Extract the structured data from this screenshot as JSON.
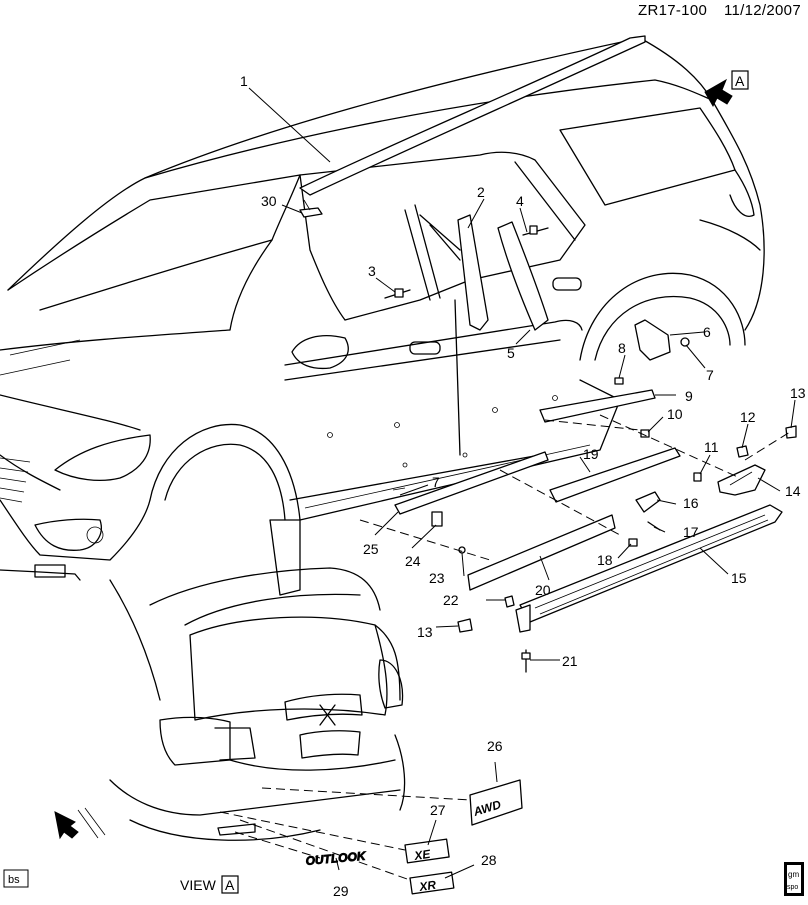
{
  "header": {
    "drawing_id": "ZR17-100",
    "date": "11/12/2007"
  },
  "view_marker": {
    "letter": "A"
  },
  "view_label": {
    "text": "VIEW",
    "letter": "A"
  },
  "corner_tags": {
    "left": "bs",
    "right_top": "gm",
    "right_bottom": "spo"
  },
  "emblems": {
    "outlook": "OUTLOOK",
    "awd": "AWD",
    "xe": "XE",
    "xr": "XR"
  },
  "callouts": [
    "1",
    "2",
    "3",
    "4",
    "5",
    "6",
    "7",
    "7",
    "8",
    "9",
    "10",
    "11",
    "12",
    "13",
    "13",
    "14",
    "15",
    "16",
    "17",
    "18",
    "19",
    "20",
    "21",
    "22",
    "23",
    "24",
    "25",
    "26",
    "27",
    "28",
    "29",
    "30"
  ]
}
